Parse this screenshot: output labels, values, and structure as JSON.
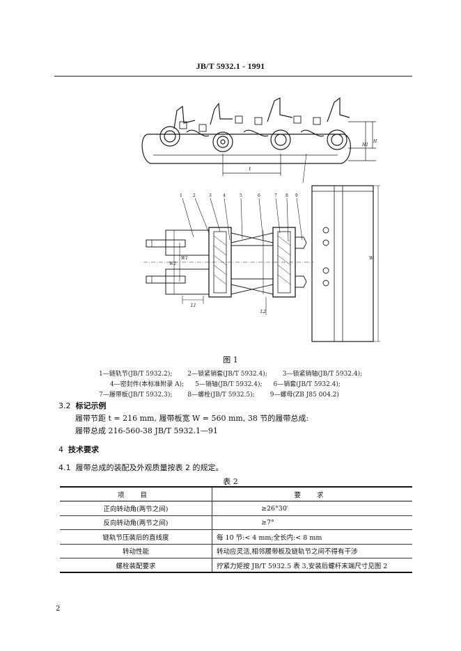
{
  "header": {
    "title": "JB/T  5932.1 - 1991"
  },
  "figure": {
    "callouts": [
      "1",
      "2",
      "3",
      "4",
      "5",
      "6",
      "7",
      "8",
      "9"
    ],
    "dimensions": {
      "pitch": "t",
      "h1": "H1",
      "h": "H",
      "w": "W",
      "w1": "W1",
      "w2": "W2",
      "l1": "L1",
      "l2": "L2"
    },
    "caption": "图 1"
  },
  "legend": {
    "lines": [
      [
        "1—链轨节(JB/T 5932.2);",
        "2—锁紧销套(JB/T 5932.4);",
        "3—锁紧销轴(JB/T 5932.4);"
      ],
      [
        "4—密封件(本标准附录 A);",
        "5—销轴(JB/T 5932.4);",
        "6—销套(JB/T 5932.4);"
      ],
      [
        "7—履带板(JB/T 5932.3);",
        "8—螺栓(JB/T 5932.5);",
        "9—螺母(ZB J85 004.2)"
      ]
    ]
  },
  "section_3_2": {
    "number": "3.2",
    "title": "标记示例",
    "line1": "履带节距 t = 216 mm,   履带板宽 W = 560 mm,   38 节的履带总成:",
    "line2": "履带总成   216-560-38   JB/T 5932.1—91"
  },
  "section_4": {
    "number": "4",
    "title": "技术要求"
  },
  "section_4_1": {
    "number": "4.1",
    "text": "履带总成的装配及外观质量按表 2 的规定。"
  },
  "table": {
    "caption": "表 2",
    "headers": [
      "项  目",
      "要  求"
    ],
    "rows": [
      [
        "正向转动角(两节之间)",
        "≥26°30′"
      ],
      [
        "反向转动角(两节之间)",
        "≥7°"
      ],
      [
        "链轨节压装后的直线度",
        "每 10 节:< 4 mm;全长内:< 8 mm"
      ],
      [
        "转动性能",
        "转动应灵活,相邻履带板及链轨节之间不得有干涉"
      ],
      [
        "螺栓装配要求",
        "拧紧力矩按 JB/T 5932.5 表 3,安装后螺杆末端尺寸见图 2"
      ]
    ]
  },
  "page_number": "2"
}
